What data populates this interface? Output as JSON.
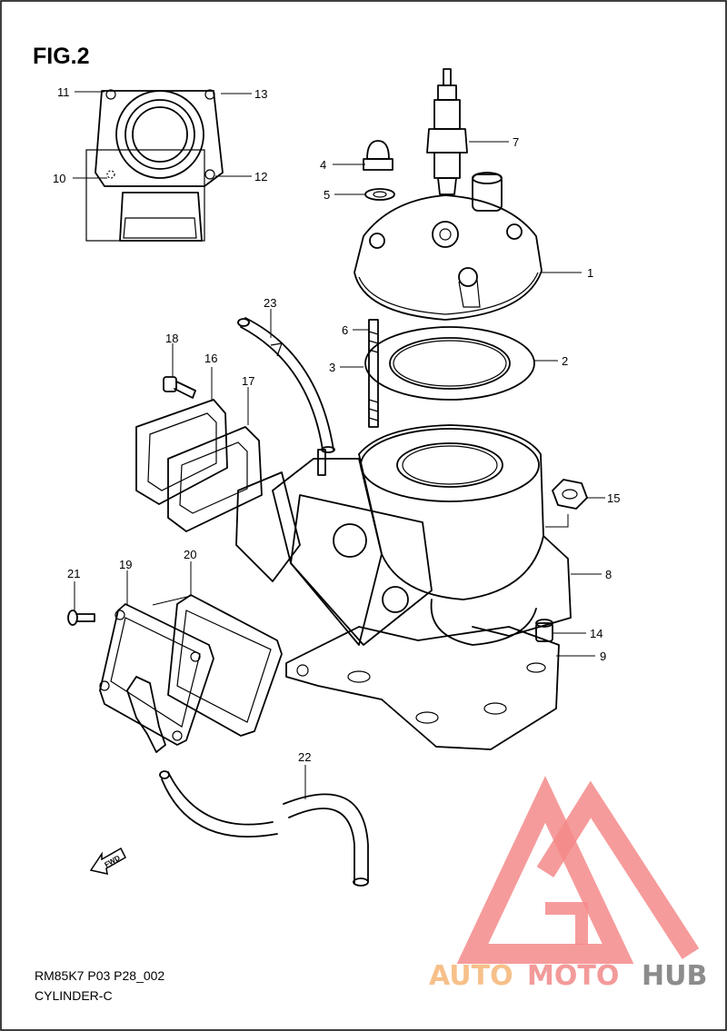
{
  "figure": {
    "title": "FIG.2",
    "code": "RM85K7 P03 P28_002",
    "name": "CYLINDER-C",
    "fwd_label": "FWD"
  },
  "callouts": [
    {
      "id": "1",
      "text": "1"
    },
    {
      "id": "2",
      "text": "2"
    },
    {
      "id": "3",
      "text": "3"
    },
    {
      "id": "4",
      "text": "4"
    },
    {
      "id": "5",
      "text": "5"
    },
    {
      "id": "6",
      "text": "6"
    },
    {
      "id": "7",
      "text": "7"
    },
    {
      "id": "8",
      "text": "8"
    },
    {
      "id": "9",
      "text": "9"
    },
    {
      "id": "10",
      "text": "10"
    },
    {
      "id": "11",
      "text": "11"
    },
    {
      "id": "12",
      "text": "12"
    },
    {
      "id": "13",
      "text": "13"
    },
    {
      "id": "14",
      "text": "14"
    },
    {
      "id": "15",
      "text": "15"
    },
    {
      "id": "16",
      "text": "16"
    },
    {
      "id": "17",
      "text": "17"
    },
    {
      "id": "18",
      "text": "18"
    },
    {
      "id": "19",
      "text": "19"
    },
    {
      "id": "20",
      "text": "20"
    },
    {
      "id": "21",
      "text": "21"
    },
    {
      "id": "22",
      "text": "22"
    },
    {
      "id": "23",
      "text": "23"
    }
  ],
  "watermark": {
    "part1": "AUTO",
    "part2": "MOTO",
    "part3": "HUB",
    "colors": {
      "auto": "#f7c08a",
      "moto": "#f39a9a",
      "hub": "#8c8c8c",
      "logo": "#f58a8a"
    }
  }
}
